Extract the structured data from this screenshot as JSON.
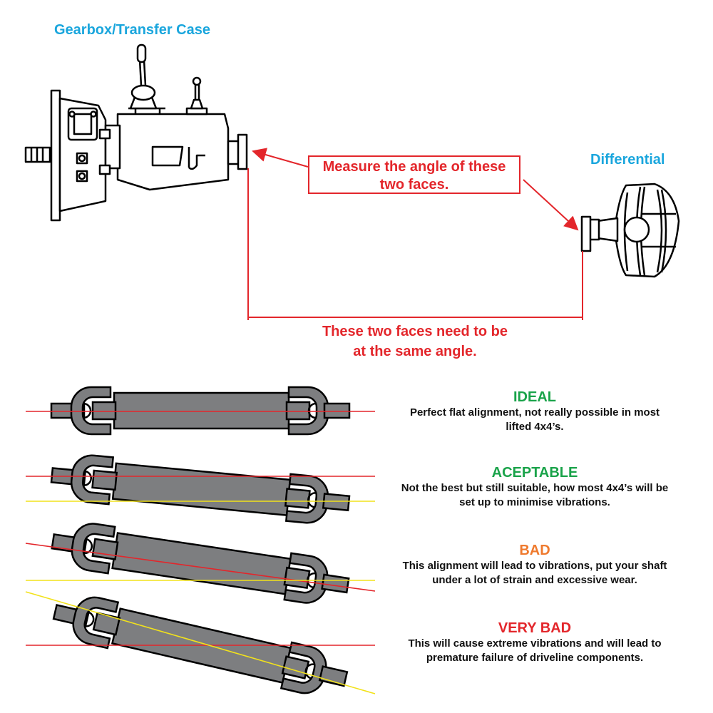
{
  "labels": {
    "gearbox": "Gearbox/Transfer Case",
    "differential": "Differential",
    "callout_line1": "Measure the angle of these",
    "callout_line2": "two faces.",
    "same_angle_line1": "These two faces need to be",
    "same_angle_line2": "at the same angle."
  },
  "ratings": [
    {
      "title": "IDEAL",
      "color": "#1aa34a",
      "line1": "Perfect flat alignment, not really possible in most",
      "line2": "lifted 4x4’s."
    },
    {
      "title": "ACEPTABLE",
      "color": "#1aa34a",
      "line1": "Not the best but still suitable, how most 4x4’s will be",
      "line2": "set up to minimise vibrations."
    },
    {
      "title": "BAD",
      "color": "#ef7a2e",
      "line1": "This alignment will lead to vibrations, put your shaft",
      "line2": "under a lot of strain and excessive wear."
    },
    {
      "title": "VERY BAD",
      "color": "#e3262b",
      "line1": "This will cause extreme vibrations and will lead to",
      "line2": "premature failure of driveline components."
    }
  ],
  "colors": {
    "accent_blue": "#1aa6dd",
    "accent_red": "#e3262b",
    "shaft_gray": "#7d7e80",
    "reference_yellow": "#f2e21b"
  }
}
